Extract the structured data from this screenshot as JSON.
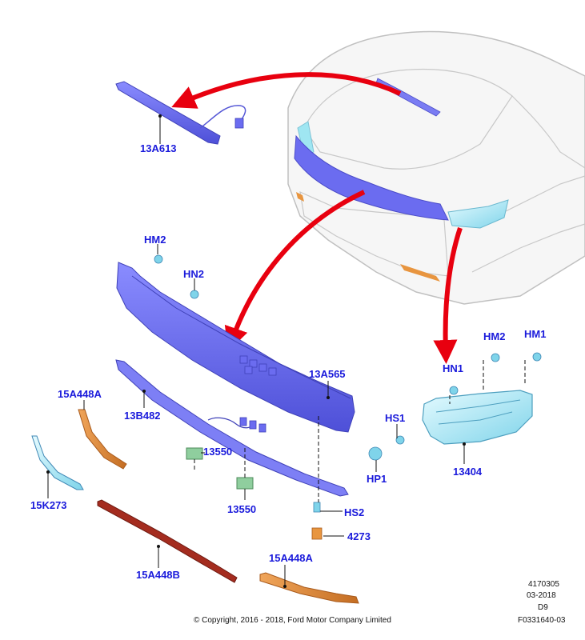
{
  "labels": {
    "high_mount_lamp": "13A613",
    "tailgate_moulding": "13A565",
    "moulding_reinforcement": "13B482",
    "upper_left_moulding": "15A448A",
    "lower_right_moulding": "15A448A",
    "lower_left_moulding": "15A448B",
    "side_reflector": "15K273",
    "license_lamp_a": "13550",
    "license_lamp_b": "13550",
    "tail_lamp": "13404",
    "bracket": "4273",
    "hm2_upper": "HM2",
    "hn2": "HN2",
    "hm2_lamp": "HM2",
    "hm1": "HM1",
    "hn1": "HN1",
    "hs1": "HS1",
    "hp1": "HP1",
    "hs2": "HS2"
  },
  "footer": {
    "copyright": "© Copyright, 2016 - 2018, Ford Motor Company Limited",
    "doc_number": "4170305",
    "date": "03-2018",
    "code": "D9",
    "figure_id": "F0331640-03"
  },
  "colors": {
    "label_text": "#1a1adb",
    "arrow": "#e8000f",
    "trim_blue": "#6b6cf0",
    "lamp_cyan": "#9fe6f2",
    "copper": "#d9873a",
    "dark_red": "#a42c1f"
  }
}
